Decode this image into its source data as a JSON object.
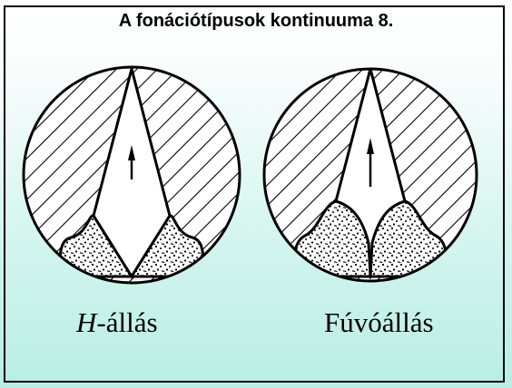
{
  "title": "A fonációtípusok kontinuuma 8.",
  "figures": [
    {
      "caption_italic": "H",
      "caption_rest": "-állás"
    },
    {
      "caption": "Fúvóállás"
    }
  ]
}
